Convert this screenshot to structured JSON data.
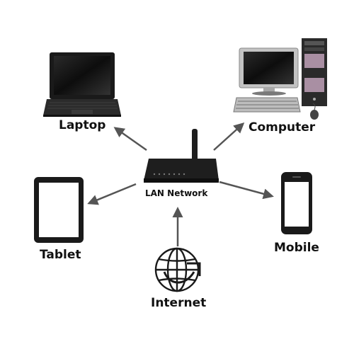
{
  "nodes": {
    "laptop": {
      "label": "Laptop"
    },
    "computer": {
      "label": "Computer"
    },
    "tablet": {
      "label": "Tablet"
    },
    "mobile": {
      "label": "Mobile"
    },
    "internet": {
      "label": "Internet"
    },
    "router": {
      "label": "LAN Network"
    }
  },
  "edges": [
    {
      "from": "router",
      "to": "laptop"
    },
    {
      "from": "router",
      "to": "computer"
    },
    {
      "from": "router",
      "to": "tablet"
    },
    {
      "from": "router",
      "to": "mobile"
    },
    {
      "from": "internet",
      "to": "router"
    }
  ],
  "colors": {
    "arrow": "#555555",
    "device_dark": "#1a1a1a",
    "monitor_silver": "#bfbfbf",
    "text": "#111111"
  }
}
